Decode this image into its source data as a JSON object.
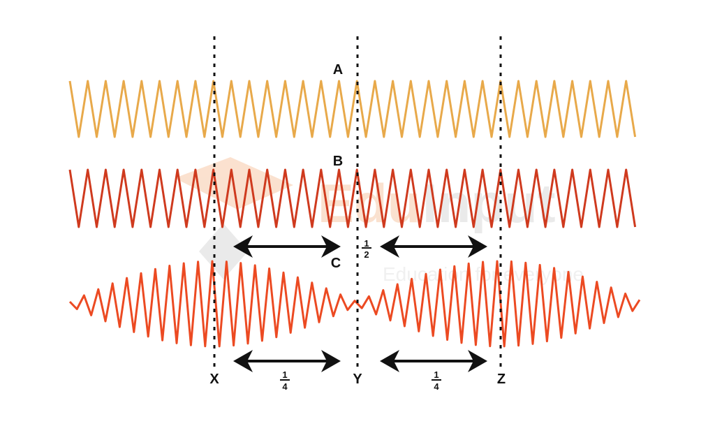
{
  "labels": {
    "wave_a": "A",
    "wave_b": "B",
    "wave_c": "C",
    "point_x": "X",
    "point_y": "Y",
    "point_z": "Z",
    "half_num": "1",
    "half_den": "2",
    "quarter_left_num": "1",
    "quarter_left_den": "4",
    "quarter_right_num": "1",
    "quarter_right_den": "4"
  },
  "watermark": {
    "brand_a": "Edu",
    "brand_b": "Input",
    "tagline": "Education for everyone"
  },
  "colors": {
    "wave_a": "#e8a94a",
    "wave_b": "#cf3a1e",
    "wave_c": "#ec4a22",
    "guide": "#111111",
    "watermark_orange": "#f7c9a8",
    "watermark_gray": "#d9d9d9"
  }
}
